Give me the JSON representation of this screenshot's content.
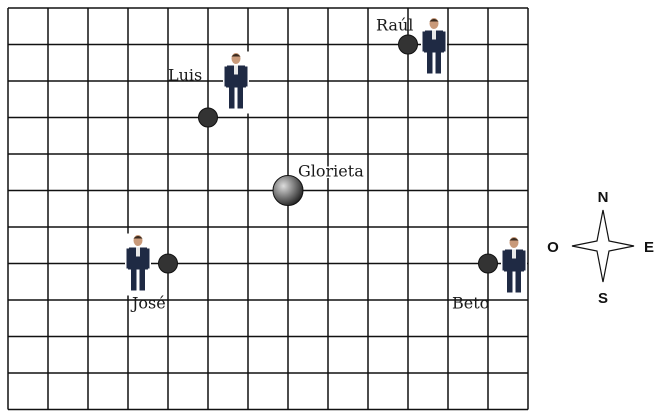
{
  "grid": {
    "columns": 13,
    "rows": 11
  },
  "colors": {
    "grid_line": "#111111",
    "point_fill": "#333333",
    "glorieta_light": "#dddddd",
    "glorieta_dark": "#222222",
    "figure_suit": "#1f2a44",
    "figure_skin": "#c99a7a",
    "figure_hair": "#3a2a1e"
  },
  "glorieta": {
    "label": "Glorieta",
    "col": 7,
    "row": 5
  },
  "persons": [
    {
      "name": "Raúl",
      "col": 10,
      "row": 1,
      "label_side": "above",
      "figure_side": "right"
    },
    {
      "name": "Luis",
      "col": 5,
      "row": 3,
      "label_side": "above-left",
      "figure_side": "right-above"
    },
    {
      "name": "José",
      "col": 4,
      "row": 7,
      "label_side": "below-left",
      "figure_side": "left"
    },
    {
      "name": "Beto",
      "col": 12,
      "row": 7,
      "label_side": "below-left",
      "figure_side": "right"
    }
  ],
  "compass": {
    "north": "N",
    "south": "S",
    "east": "E",
    "west": "O",
    "icon": "compass-rose-icon"
  }
}
